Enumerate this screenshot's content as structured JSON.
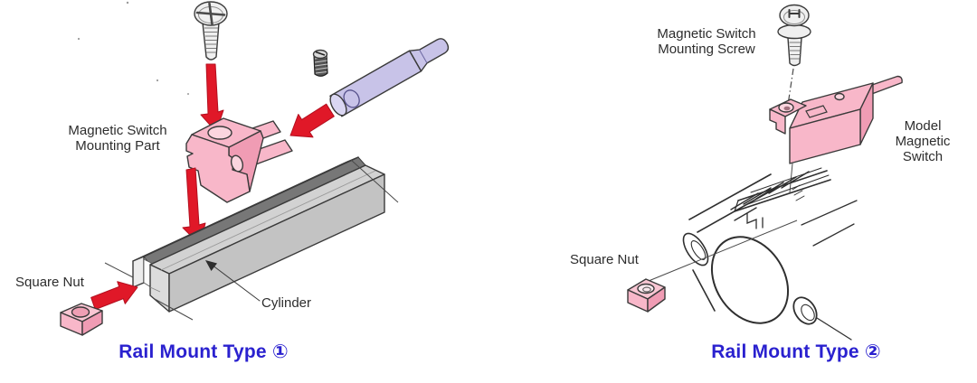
{
  "colors": {
    "background": "#ffffff",
    "outline": "#3a3a3a",
    "arrow_red": "#e01828",
    "arrow_red_dark": "#b30f1f",
    "part_pink": "#f8b7c9",
    "part_pink_dark": "#f09cb4",
    "part_pink_light": "#fbd5df",
    "rod_lavender": "#c8c3e8",
    "rod_lavender_light": "#dad6f2",
    "metal_light": "#efefef",
    "set_screw_dark": "#555555",
    "rail_gray_top": "#d2d2d2",
    "rail_gray_front": "#c3c3c3",
    "rail_gray_end": "#dcdcdc",
    "caption_blue": "#2a21cf",
    "label_text": "#2d2d2d"
  },
  "left_diagram": {
    "caption": "Rail Mount Type ①",
    "labels": {
      "mounting_part": [
        "Magnetic Switch",
        "Mounting Part"
      ],
      "square_nut": "Square Nut",
      "cylinder": "Cylinder"
    }
  },
  "right_diagram": {
    "caption": "Rail Mount Type ②",
    "labels": {
      "mounting_screw": [
        "Magnetic Switch",
        "Mounting Screw"
      ],
      "model_switch": [
        "Model",
        "Magnetic",
        "Switch"
      ],
      "square_nut": "Square Nut"
    }
  }
}
